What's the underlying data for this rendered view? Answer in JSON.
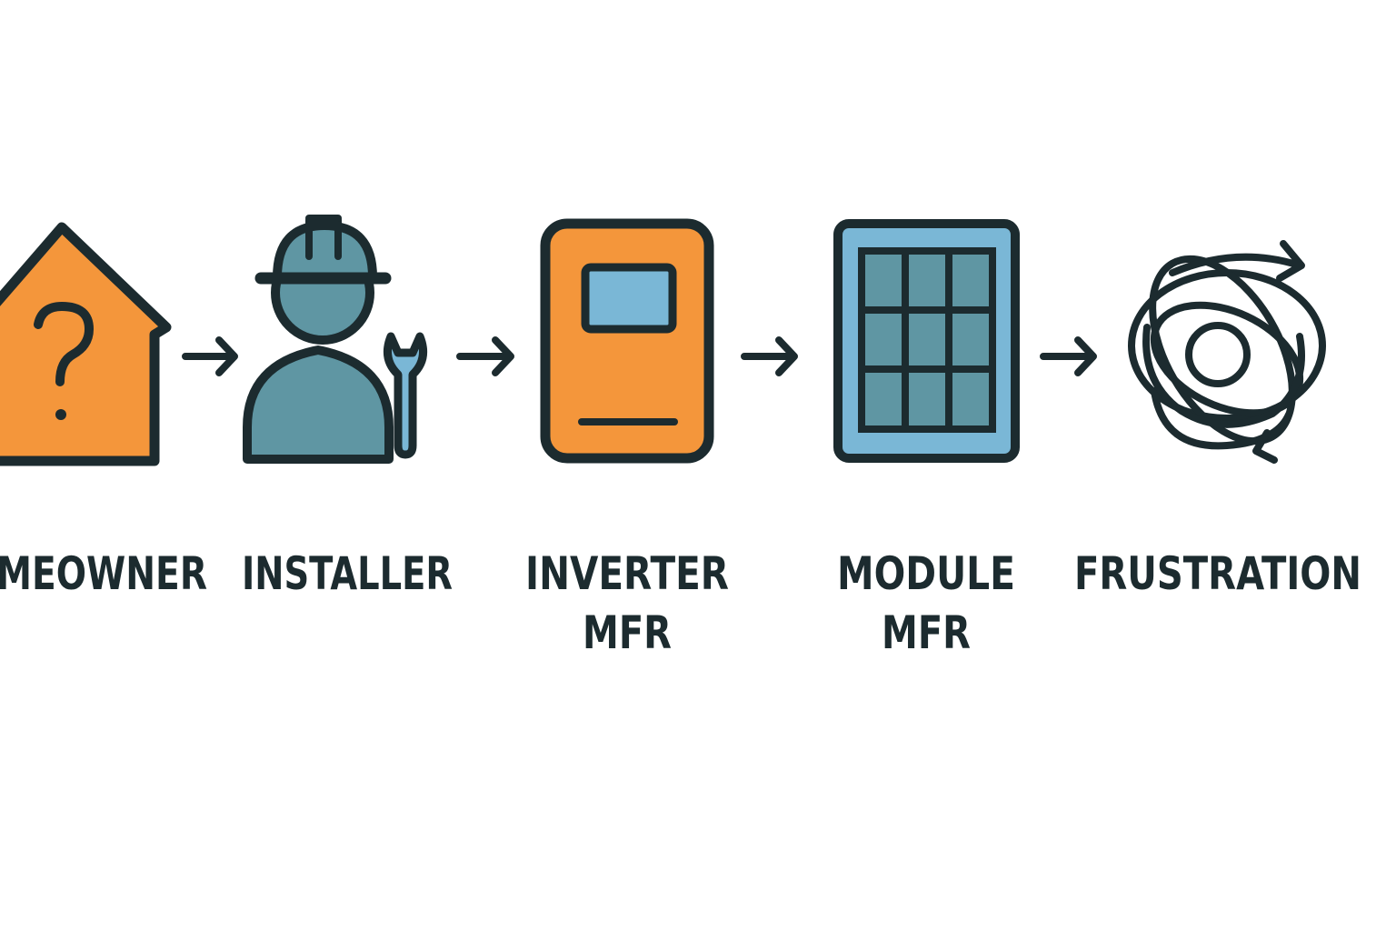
{
  "colors": {
    "outline": "#1c2b2f",
    "orange": "#f4963b",
    "teal": "#5f96a3",
    "light_blue": "#7ab7d6",
    "background": "#ffffff"
  },
  "steps": [
    {
      "icon": "house-question-icon",
      "label_lines": [
        "MEOWNER"
      ]
    },
    {
      "icon": "installer-worker-icon",
      "label_lines": [
        "INSTALLER"
      ]
    },
    {
      "icon": "inverter-icon",
      "label_lines": [
        "INVERTER",
        "MFR"
      ]
    },
    {
      "icon": "solar-module-icon",
      "label_lines": [
        "MODULE",
        "MFR"
      ]
    },
    {
      "icon": "tangled-scribble-icon",
      "label_lines": [
        "FRUSTRATION"
      ]
    }
  ],
  "connectors": [
    "arrow-right-icon",
    "arrow-right-icon",
    "arrow-right-icon",
    "arrow-right-icon"
  ]
}
